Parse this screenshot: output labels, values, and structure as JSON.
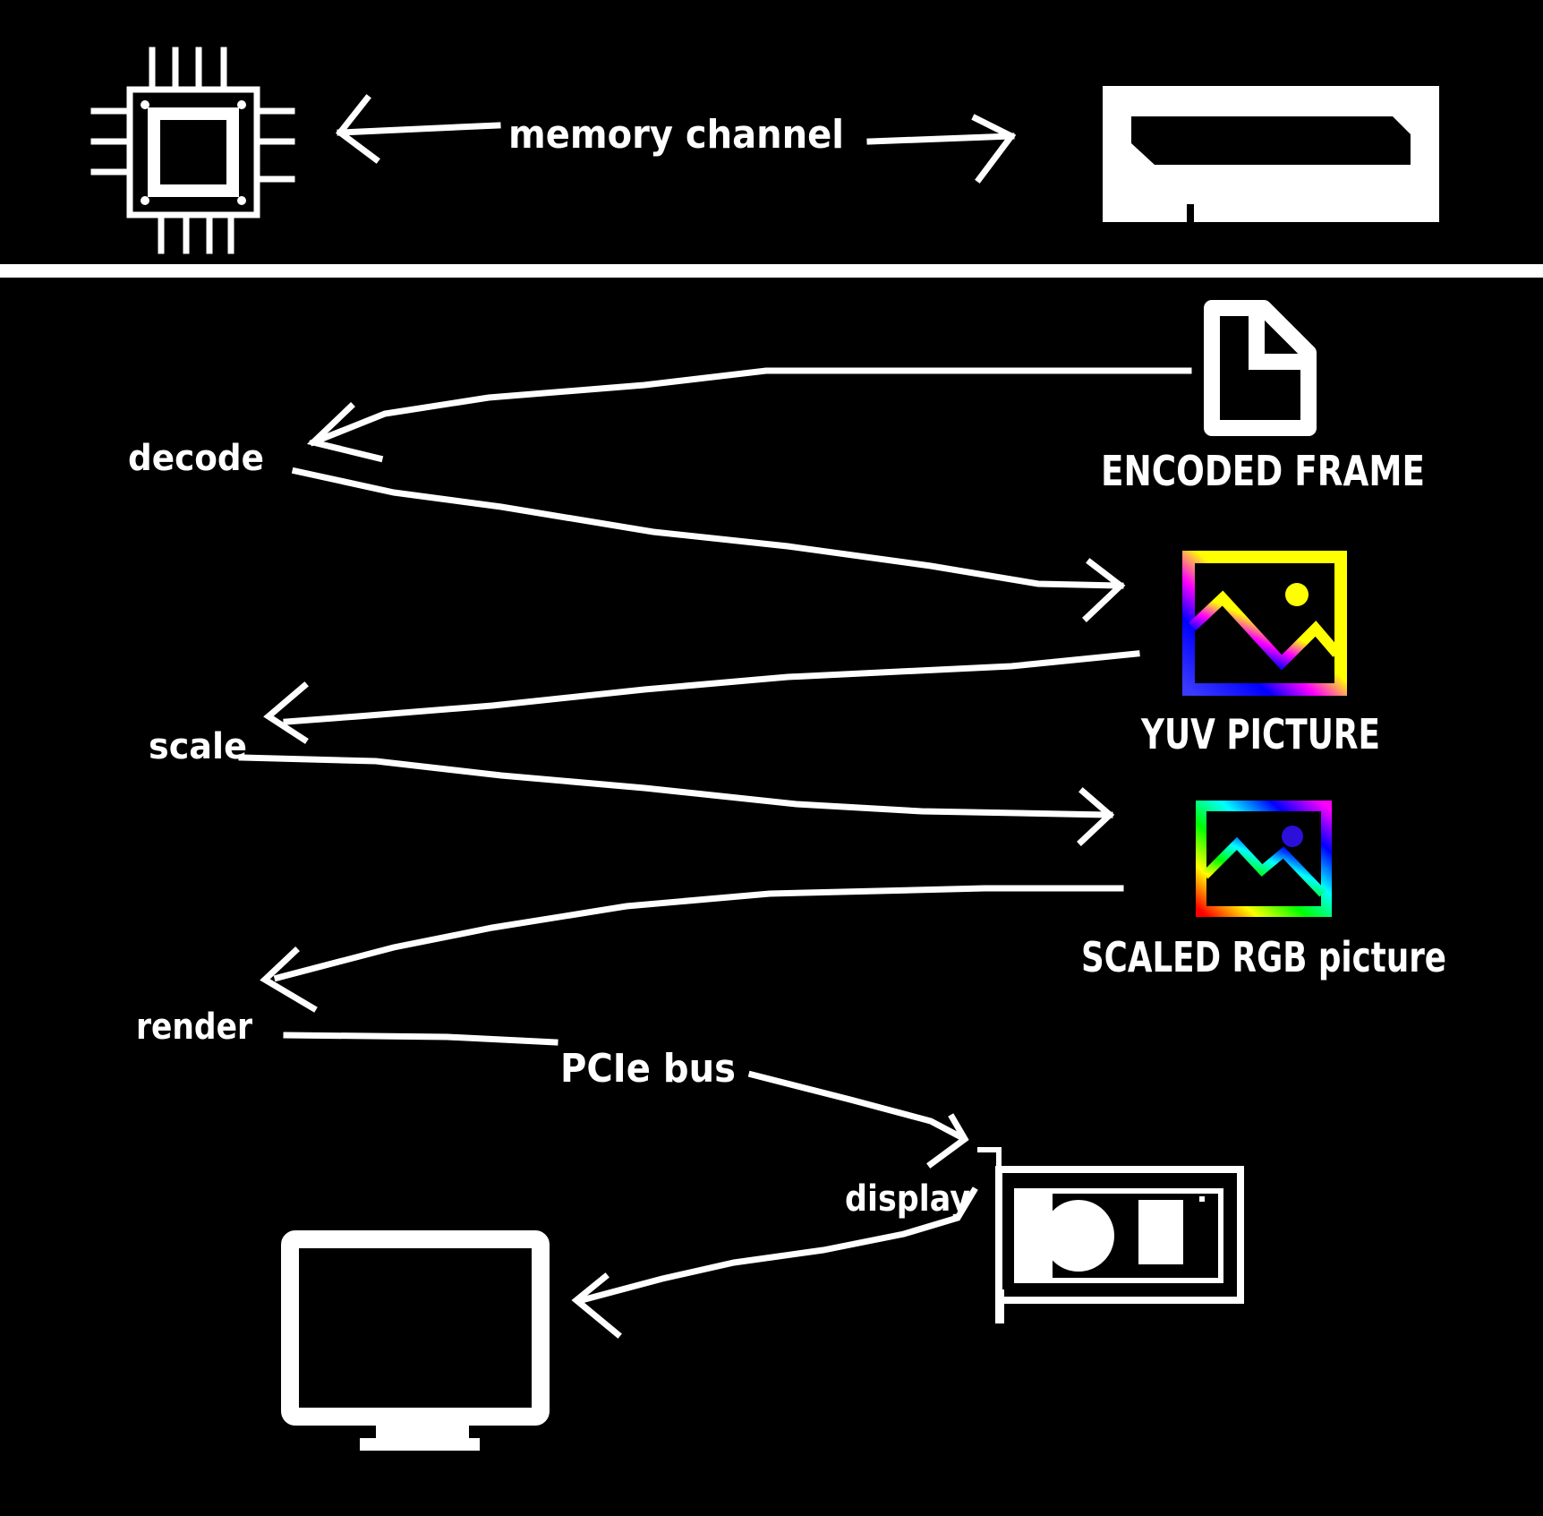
{
  "labels": {
    "memory_channel": "memory channel",
    "decode": "decode",
    "encoded_frame": "ENCODED FRAME",
    "yuv_picture": "YUV PICTURE",
    "scale": "scale",
    "scaled_rgb": "SCALED RGB picture",
    "render": "render",
    "pcie_bus": "PCIe bus",
    "display": "display"
  },
  "icons": [
    "cpu-chip-icon",
    "memory-module-icon",
    "file-icon",
    "image-icon",
    "image-icon",
    "gpu-card-icon",
    "monitor-icon"
  ],
  "colors": {
    "background": "#000000",
    "foreground": "#ffffff",
    "yuv_gradient": [
      "#ffff00",
      "#ff00ff",
      "#0000ff"
    ],
    "rgb_gradient": [
      "#ff0000",
      "#ffff00",
      "#00ff00",
      "#00ffff",
      "#0000ff",
      "#ff00ff"
    ]
  }
}
